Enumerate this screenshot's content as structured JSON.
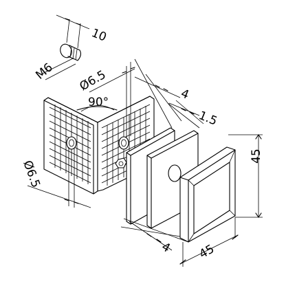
{
  "dimensions": {
    "screw_length": "10",
    "screw_thread": "M6",
    "hole_diameter_top": "Ø6.5",
    "angle": "90°",
    "plate_thickness": "4",
    "gasket_thickness": "1.5",
    "hole_diameter_side": "Ø6.5",
    "cover_thickness": "4",
    "cover_width": "45",
    "cover_height": "45"
  }
}
